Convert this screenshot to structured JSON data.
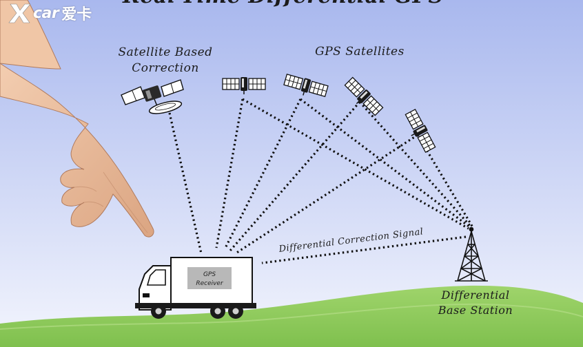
{
  "title": "Real-Time Differential GPS",
  "watermark": {
    "brand": "car",
    "brand_cn": "爱卡"
  },
  "labels": {
    "satellite_correction": [
      "Satellite Based",
      "Correction"
    ],
    "gps_satellites": "GPS Satellites",
    "correction_signal": "Differential Correction Signal",
    "receiver": [
      "GPS",
      "Receiver"
    ],
    "base_station": [
      "Differential",
      "Base Station"
    ]
  },
  "colors": {
    "sky_top": "#a9b8ee",
    "sky_bottom": "#f3f5fd",
    "ground": "#8fcc5c",
    "ground_light": "#b9e08c",
    "ink": "#1b1b1b",
    "skin": "#f0c6a6"
  },
  "icons": [
    "satellite-icon",
    "dish-satellite-icon",
    "truck-icon",
    "tower-icon",
    "hand-icon",
    "logo-x-icon"
  ]
}
